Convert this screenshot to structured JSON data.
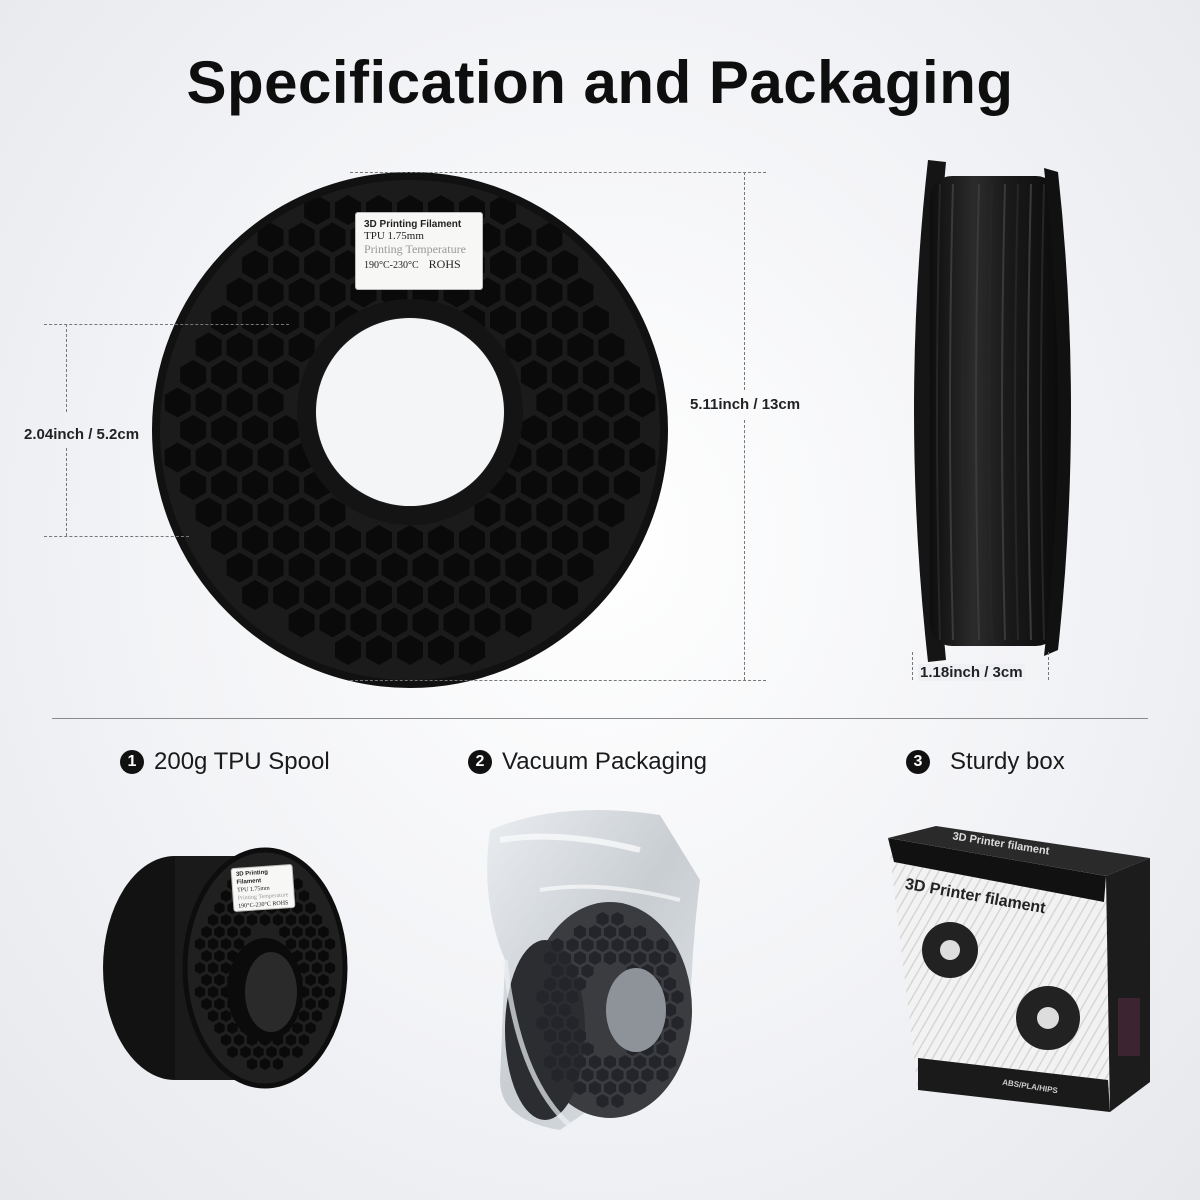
{
  "title": "Specification and Packaging",
  "dimensions": {
    "hole_diameter": "2.04inch / 5.2cm",
    "spool_diameter": "5.11inch / 13cm",
    "spool_width": "1.18inch / 3cm"
  },
  "spool_label": {
    "line1": "3D Printing Filament",
    "line2": "TPU 1.75mm",
    "line3": "Printing Temperature",
    "line4": "190°C-230°C",
    "line5": "ROHS"
  },
  "small_spool_label": {
    "line1": "3D Printing Filament",
    "line2": "TPU 1.75mm",
    "line3": "Printing Temperature",
    "line4": "190°C-230°C",
    "line5": "ROHS"
  },
  "features": [
    {
      "number": "1",
      "label": "200g TPU Spool"
    },
    {
      "number": "2",
      "label": "Vacuum Packaging"
    },
    {
      "number": "3",
      "label": "Sturdy box"
    }
  ],
  "box": {
    "top_text": "3D Printer filament",
    "front_text": "3D Printer filament",
    "bottom_text": "ABS/PLA/HIPS"
  },
  "colors": {
    "spool": "#1b1b1c",
    "background": "#f2f3f6",
    "text": "#111111"
  }
}
